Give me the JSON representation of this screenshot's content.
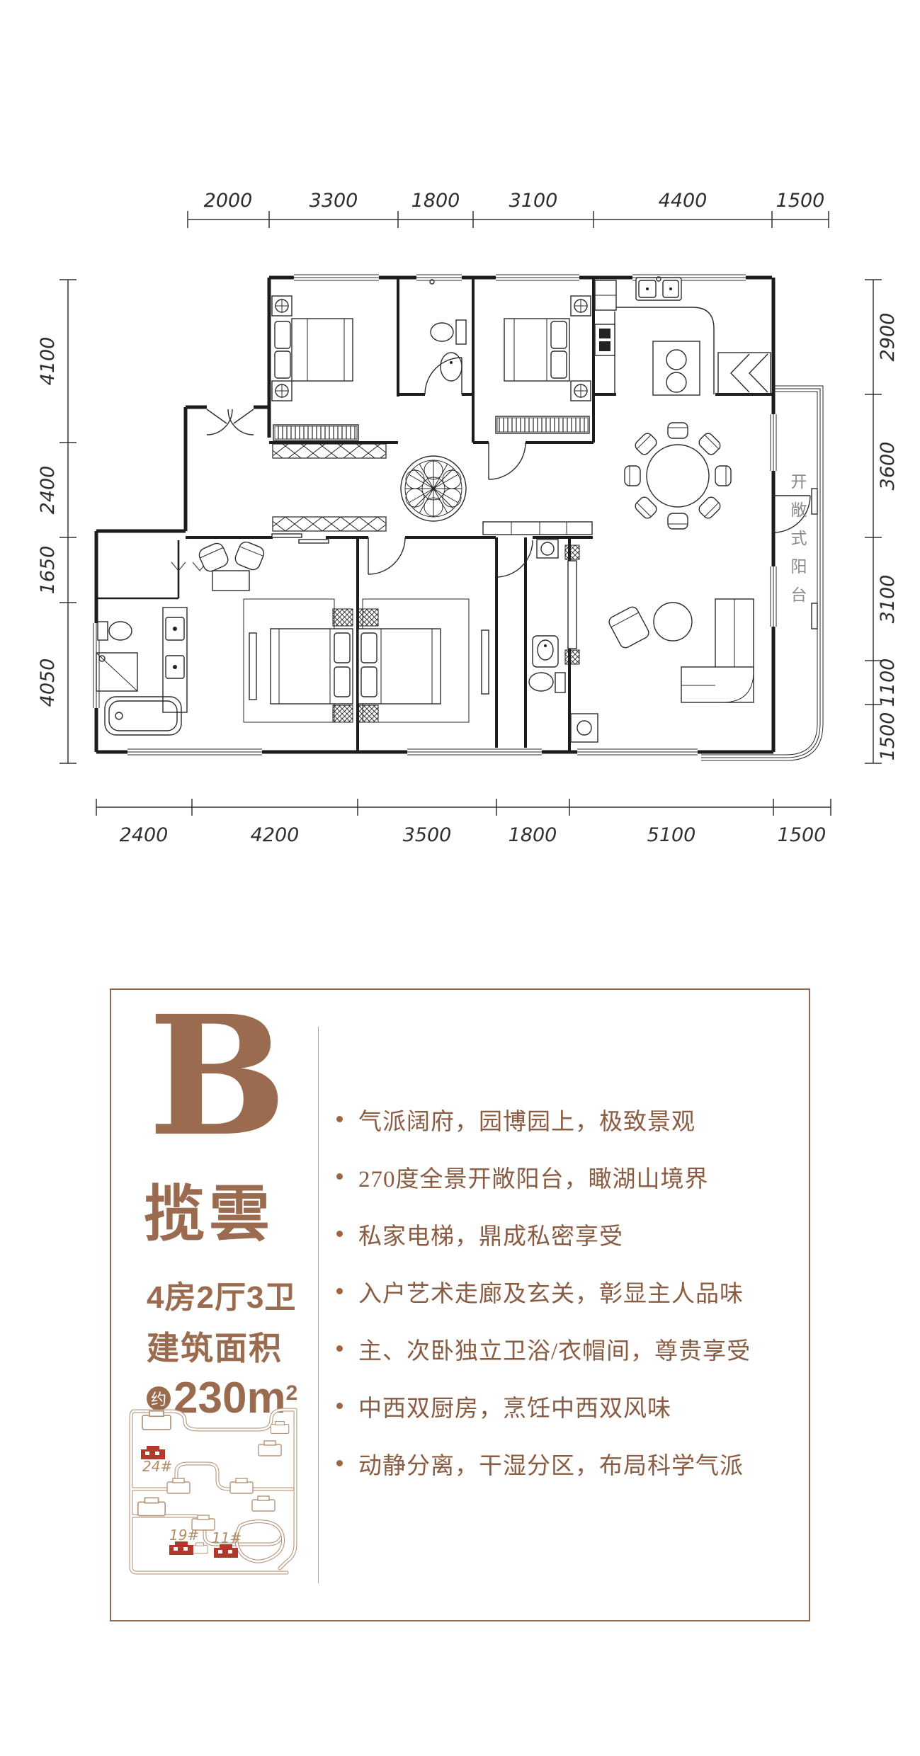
{
  "floor_plan": {
    "dims_top": [
      "2000",
      "3300",
      "1800",
      "3100",
      "4400",
      "1500"
    ],
    "dims_bottom": [
      "2400",
      "4200",
      "3500",
      "1800",
      "5100",
      "1500"
    ],
    "dims_left": [
      "4100",
      "2400",
      "1650",
      "4050"
    ],
    "dims_right": [
      "2900",
      "3600",
      "3100",
      "1100",
      "1500"
    ],
    "balcony_label": "开敞式阳台"
  },
  "card": {
    "unit_letter": "B",
    "unit_name": "揽雲",
    "spec_rooms": "4房2厅3卫",
    "spec_area_label": "建筑面积",
    "area_approx": "约",
    "area_value": "230m",
    "area_exponent": "2",
    "features": [
      "气派阔府，园博园上，极致景观",
      "270度全景开敞阳台，瞰湖山境界",
      "私家电梯，鼎成私密享受",
      "入户艺术走廊及玄关，彰显主人品味",
      "主、次卧独立卫浴/衣帽间，尊贵享受",
      "中西双厨房，烹饪中西双风味",
      "动静分离，干湿分区，布局科学气派"
    ],
    "minimap_labels": [
      "24#",
      "19#",
      "11#"
    ],
    "colors": {
      "brand_brown": "#9a6b4e",
      "text_brown": "#8a5c42",
      "accent_red": "#b0392b",
      "map_line": "#b59579",
      "card_border": "#8d6a52"
    }
  }
}
